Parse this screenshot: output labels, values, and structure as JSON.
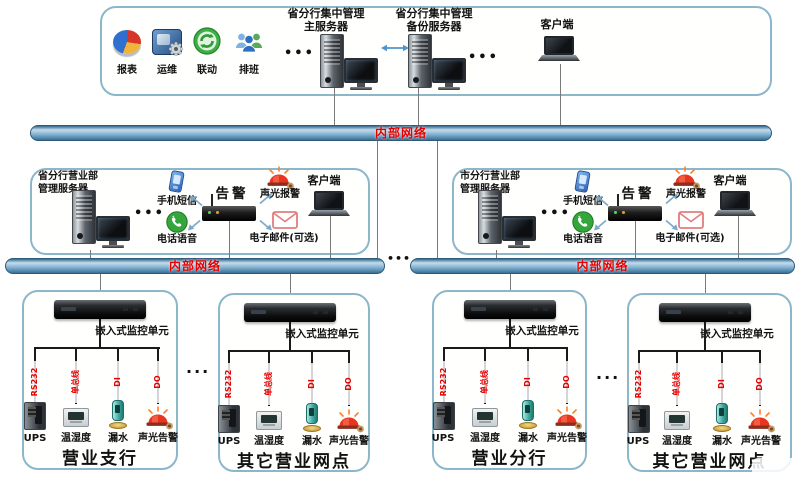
{
  "colors": {
    "network_bar_blue": "#6ea6c8",
    "bar_label_red": "#e60000",
    "box_border_blue": "#8cb6ca",
    "line_label_red": "#e60000"
  },
  "top_box": {
    "functions": [
      {
        "label": "报表"
      },
      {
        "label": "运维"
      },
      {
        "label": "联动"
      },
      {
        "label": "排班"
      }
    ],
    "ellipsis_left": "•••",
    "main_server": {
      "line1": "省分行集中管理",
      "line2": "主服务器"
    },
    "backup_server": {
      "line1": "省分行集中管理",
      "line2": "备份服务器"
    },
    "ellipsis_right": "•••",
    "client_label": "客户端"
  },
  "network": {
    "bar1": "内部网络",
    "bar2": "内部网络",
    "bar3": "内部网络",
    "dots": "•••"
  },
  "mid_boxes": [
    {
      "title1": "省分行营业部",
      "title2": "管理服务器",
      "ellipsis": "•••",
      "sms": "手机短信",
      "voice": "电话语音",
      "alarm": "告警",
      "sound_light": "声光报警",
      "email": "电子邮件(可选)",
      "client": "客户端"
    },
    {
      "title1": "市分行营业部",
      "title2": "管理服务器",
      "ellipsis": "•••",
      "sms": "手机短信",
      "voice": "电话语音",
      "alarm": "告警",
      "sound_light": "声光报警",
      "email": "电子邮件(可选)",
      "client": "客户端"
    }
  ],
  "groups": [
    {
      "unit": "嵌入式监控单元",
      "lines": [
        "RS232",
        "单总线",
        "DI",
        "DO"
      ],
      "sensors": [
        "UPS",
        "温湿度",
        "漏水",
        "声光告警"
      ],
      "title": "营业支行"
    },
    {
      "unit": "嵌入式监控单元",
      "lines": [
        "RS232",
        "单总线",
        "DI",
        "DO"
      ],
      "sensors": [
        "UPS",
        "温湿度",
        "漏水",
        "声光告警"
      ],
      "title": "其它营业网点"
    },
    {
      "unit": "嵌入式监控单元",
      "lines": [
        "RS232",
        "单总线",
        "DI",
        "DO"
      ],
      "sensors": [
        "UPS",
        "温湿度",
        "漏水",
        "声光告警"
      ],
      "title": "营业分行"
    },
    {
      "unit": "嵌入式监控单元",
      "lines": [
        "RS232",
        "单总线",
        "DI",
        "DO"
      ],
      "sensors": [
        "UPS",
        "温湿度",
        "漏水",
        "声光告警"
      ],
      "title": "其它营业网点"
    }
  ],
  "separators": {
    "left_dots": "···",
    "right_dots": "···"
  }
}
